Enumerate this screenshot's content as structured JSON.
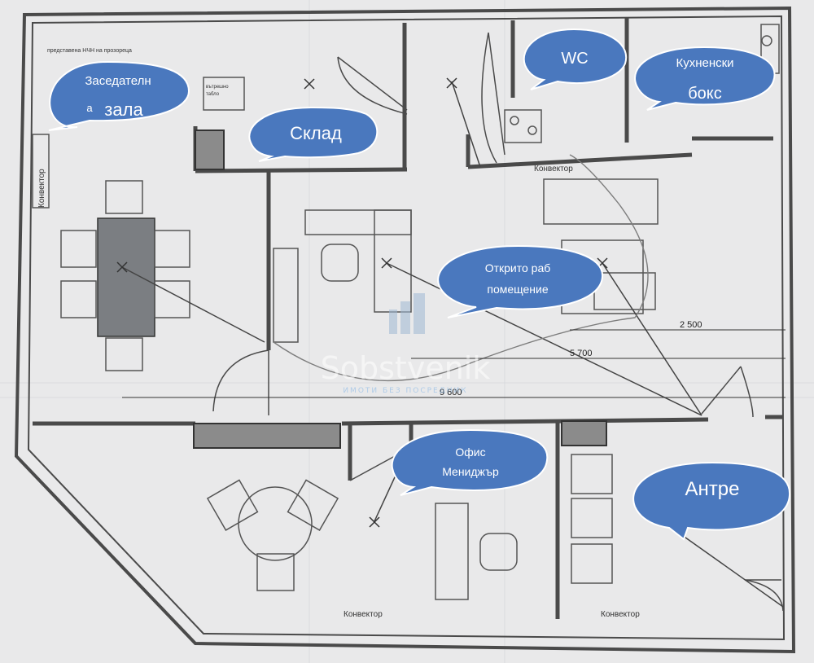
{
  "rooms": {
    "conference": {
      "line1": "Заседателн",
      "line2a": "а",
      "line2b": "зала"
    },
    "storage": "Склад",
    "wc": "WC",
    "kitchen": {
      "line1": "Кухненски",
      "line2": "бокс"
    },
    "open_office": {
      "line1": "Открито раб",
      "line2": "помещение"
    },
    "manager_office": {
      "line1": "Офис",
      "line2": "Мениджър"
    },
    "entrance": "Антре"
  },
  "convector_label": "Конвектор",
  "small_notes": {
    "window_note": "представена  НЧН на прозореца",
    "inner_note_1": "вътрешно",
    "inner_note_2": "табло"
  },
  "dimensions": [
    "2 500",
    "5 700",
    "9 600"
  ],
  "watermark": {
    "name": "Sobstvenik",
    "tagline": "ИМОТИ БЕЗ ПОСРЕДНИК"
  },
  "colors": {
    "callout": "#4a78be",
    "callout_border": "#ffffff",
    "wall": "#4a4a4a",
    "paper": "#e9e9ea"
  }
}
